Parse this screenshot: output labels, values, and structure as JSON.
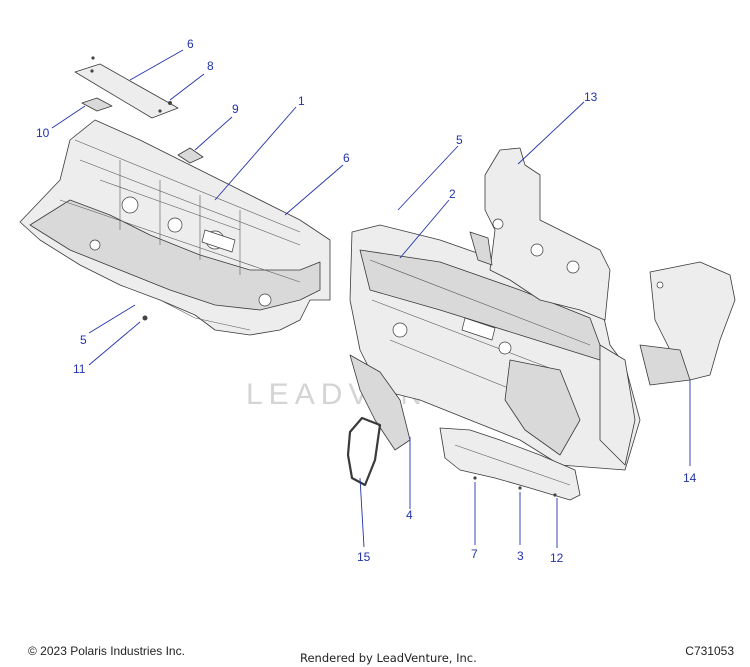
{
  "diagram": {
    "watermark": "LEADVENTURE",
    "callouts": [
      {
        "id": "callout-1",
        "label": "1"
      },
      {
        "id": "callout-2",
        "label": "2"
      },
      {
        "id": "callout-3",
        "label": "3"
      },
      {
        "id": "callout-4",
        "label": "4"
      },
      {
        "id": "callout-5a",
        "label": "5"
      },
      {
        "id": "callout-5b",
        "label": "5"
      },
      {
        "id": "callout-6a",
        "label": "6"
      },
      {
        "id": "callout-6b",
        "label": "6"
      },
      {
        "id": "callout-7",
        "label": "7"
      },
      {
        "id": "callout-8",
        "label": "8"
      },
      {
        "id": "callout-9",
        "label": "9"
      },
      {
        "id": "callout-10",
        "label": "10"
      },
      {
        "id": "callout-11",
        "label": "11"
      },
      {
        "id": "callout-12",
        "label": "12"
      },
      {
        "id": "callout-13",
        "label": "13"
      },
      {
        "id": "callout-14",
        "label": "14"
      },
      {
        "id": "callout-15",
        "label": "15"
      }
    ],
    "callout_color": "#2233aa"
  },
  "footer": {
    "copyright": "© 2023 Polaris Industries Inc.",
    "rendered_by": "Rendered by LeadVenture, Inc.",
    "code": "C731053"
  }
}
